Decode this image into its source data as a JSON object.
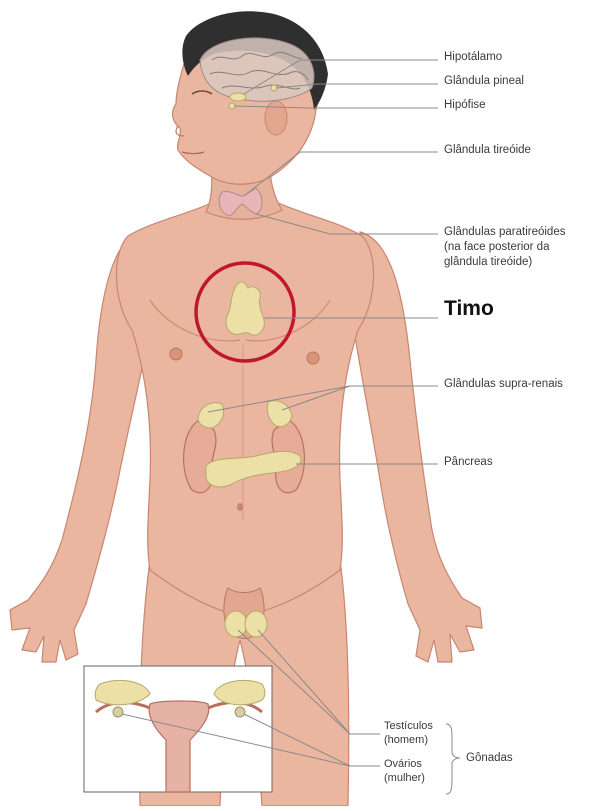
{
  "labels": {
    "hypothalamus": "Hipotálamo",
    "pineal": "Glândula pineal",
    "pituitary": "Hipófise",
    "thyroid": "Glândula tireóide",
    "parathyroid_1": "Glândulas paratireóides",
    "parathyroid_2": "(na face posterior da",
    "parathyroid_3": "glândula tireóide)",
    "thymus": "Timo",
    "adrenal": "Glândulas supra-renais",
    "pancreas": "Pâncreas",
    "testes_1": "Testículos",
    "testes_2": "(homem)",
    "ovaries_1": "Ovários",
    "ovaries_2": "(mulher)",
    "gonads": "Gônadas"
  },
  "colors": {
    "skin": "#eab69f",
    "skin_shadow": "#d8957a",
    "gland": "#ece0a6",
    "hair": "#2f2f2f",
    "highlight_circle": "#c0182a",
    "leader_line": "#8a8a8a"
  },
  "highlight": "thymus"
}
